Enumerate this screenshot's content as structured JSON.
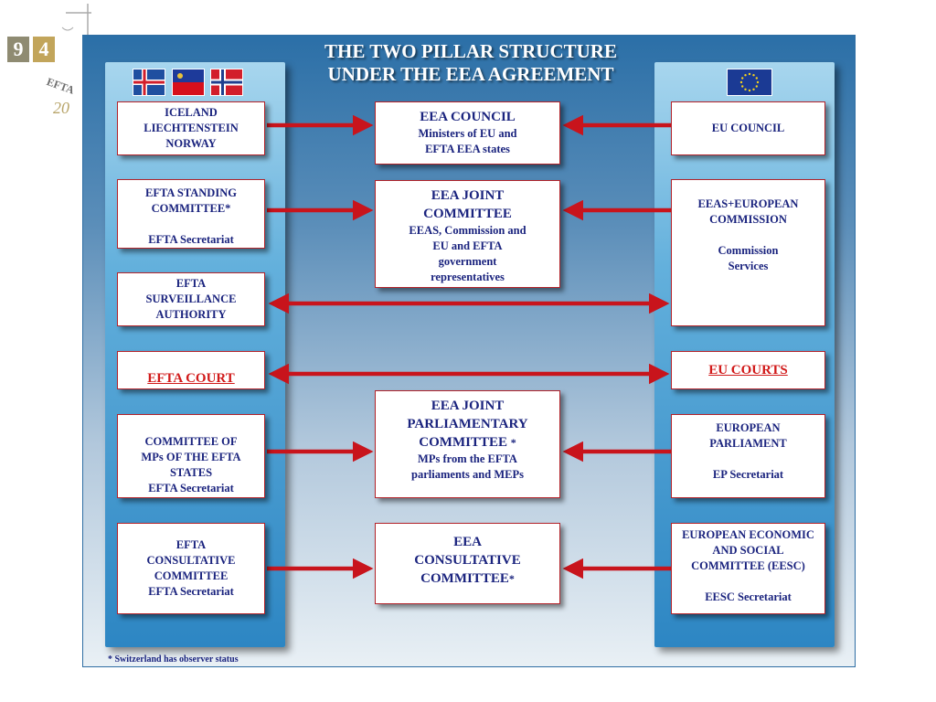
{
  "title": {
    "line1": "THE TWO PILLAR STRUCTURE",
    "line2": "UNDER THE EEA AGREEMENT"
  },
  "logo": {
    "digit1": "9",
    "digit2": "4",
    "text": "EFTA",
    "year": "20"
  },
  "flags": [
    "iceland-flag",
    "liechtenstein-flag",
    "norway-flag",
    "eu-flag"
  ],
  "efta_pillar": {
    "row1": {
      "l1": "ICELAND",
      "l2": "LIECHTENSTEIN",
      "l3": "NORWAY"
    },
    "row2": {
      "l1": "EFTA STANDING",
      "l2": "COMMITTEE*",
      "l3": "EFTA Secretariat"
    },
    "row3": {
      "l1": "EFTA",
      "l2": "SURVEILLANCE",
      "l3": "AUTHORITY"
    },
    "row4": {
      "l1": "EFTA COURT"
    },
    "row5": {
      "l1": "COMMITTEE OF",
      "l2": "MPs OF THE EFTA",
      "l3": "STATES",
      "l4": "EFTA Secretariat"
    },
    "row6": {
      "l1": "EFTA",
      "l2": "CONSULTATIVE",
      "l3": "COMMITTEE",
      "l4": "EFTA Secretariat"
    }
  },
  "eea_center": {
    "council": {
      "title": "EEA COUNCIL",
      "l1": "Ministers of EU and",
      "l2": "EFTA EEA states"
    },
    "joint_committee": {
      "t1": "EEA JOINT",
      "t2": "COMMITTEE",
      "l1": "EEAS, Commission and",
      "l2": "EU and EFTA",
      "l3": "government",
      "l4": "representatives"
    },
    "parliamentary": {
      "t1": "EEA JOINT",
      "t2": "PARLIAMENTARY",
      "t3": "COMMITTEE",
      "star": "*",
      "l1": "MPs from the EFTA",
      "l2": "parliaments and MEPs"
    },
    "consultative": {
      "t1": "EEA",
      "t2": "CONSULTATIVE",
      "t3": "COMMITTEE",
      "star": "*"
    }
  },
  "eu_pillar": {
    "council": {
      "l1": "EU COUNCIL"
    },
    "commission": {
      "l1": "EEAS+EUROPEAN",
      "l2": "COMMISSION",
      "l3": "Commission",
      "l4": "Services"
    },
    "courts": {
      "l1": "EU COURTS"
    },
    "parliament": {
      "l1": "EUROPEAN",
      "l2": "PARLIAMENT",
      "l3": "EP Secretariat"
    },
    "eesc": {
      "l1": "EUROPEAN ECONOMIC",
      "l2": "AND SOCIAL",
      "l3": "COMMITTEE (EESC)",
      "l4": "EESC Secretariat"
    }
  },
  "footnote": "* Switzerland has observer status",
  "colors": {
    "arrow": "#c8141c",
    "box_text": "#1a237e",
    "frame_top": "#2b6fa7",
    "pillar": "#2d86c3"
  }
}
